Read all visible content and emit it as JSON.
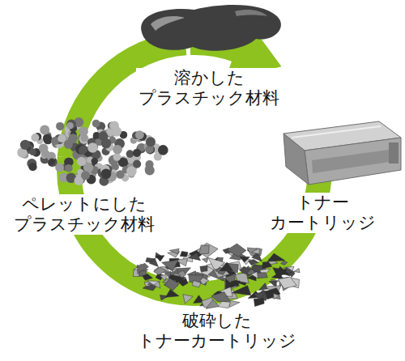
{
  "diagram": {
    "nodes": [
      {
        "text": [
          "溶かした プラスチック材料"
        ]
      },
      {
        "text": [
          "トナー カートリッジ"
        ]
      },
      {
        "text": [
          "破砕した トナーカートリッジ"
        ]
      },
      {
        "text": [
          "ペレットにした プラスチック材料"
        ]
      }
    ],
    "edges": [
      {
        "from": 0,
        "to": 1,
        "arrow": "to"
      },
      {
        "from": 1,
        "to": 2,
        "arrow": "none"
      },
      {
        "from": 2,
        "to": 3,
        "arrow": "none"
      },
      {
        "from": 3,
        "to": 0,
        "arrow": "none"
      }
    ]
  }
}
